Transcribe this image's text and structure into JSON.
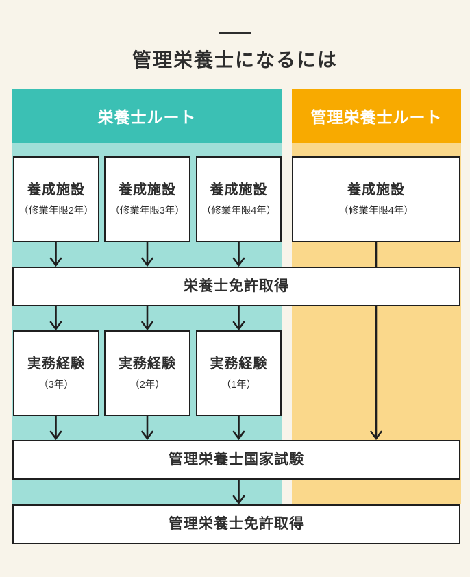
{
  "page": {
    "title": "管理栄養士になるには",
    "background_color": "#f8f4ea",
    "text_color": "#2d2d2d",
    "box_border_color": "#1f1f1f",
    "box_fill_color": "#ffffff"
  },
  "columns": {
    "dietitian_route": {
      "label": "栄養士ルート",
      "header_color": "#3bc0b4",
      "body_color": "#9fdfd8"
    },
    "registered_dietitian_route": {
      "label": "管理栄養士ルート",
      "header_color": "#f8aa00",
      "body_color": "#fad88b"
    }
  },
  "flow": {
    "training_row": [
      {
        "title": "養成施設",
        "subtitle": "（修業年限2年）"
      },
      {
        "title": "養成施設",
        "subtitle": "（修業年限3年）"
      },
      {
        "title": "養成施設",
        "subtitle": "（修業年限4年）"
      }
    ],
    "registered_training": {
      "title": "養成施設",
      "subtitle": "（修業年限4年）"
    },
    "dietitian_license": "栄養士免許取得",
    "experience_row": [
      {
        "title": "実務経験",
        "subtitle": "（3年）"
      },
      {
        "title": "実務経験",
        "subtitle": "（2年）"
      },
      {
        "title": "実務経験",
        "subtitle": "（1年）"
      }
    ],
    "national_exam": "管理栄養士国家試験",
    "registered_license": "管理栄養士免許取得"
  }
}
